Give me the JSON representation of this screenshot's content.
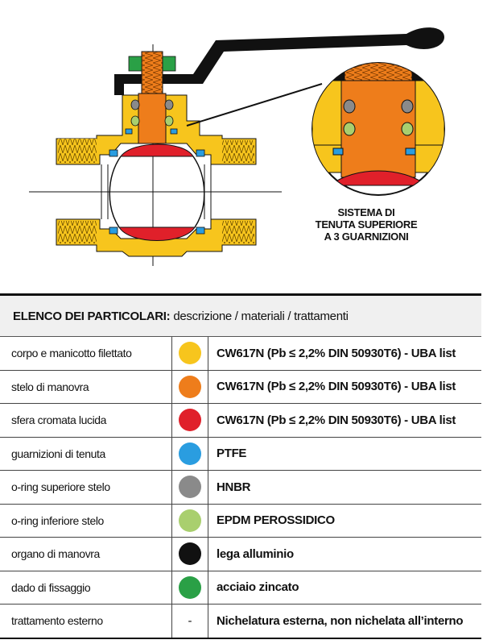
{
  "callout": {
    "line1": "SISTEMA DI",
    "line2": "TENUTA SUPERIORE",
    "line3": "A 3 GUARNIZIONI"
  },
  "table": {
    "header_bold": "ELENCO DEI PARTICOLARI:",
    "header_rest": "descrizione / materiali / trattamenti",
    "rows": [
      {
        "desc": "corpo e manicotto filettato",
        "color": "#f7c51d",
        "material": "CW617N  (Pb ≤ 2,2% DIN 50930T6) - UBA list"
      },
      {
        "desc": "stelo di manovra",
        "color": "#ee7d1b",
        "material": "CW617N  (Pb ≤ 2,2% DIN 50930T6) - UBA list"
      },
      {
        "desc": "sfera cromata lucida",
        "color": "#e0202a",
        "material": "CW617N  (Pb ≤ 2,2% DIN 50930T6) - UBA list"
      },
      {
        "desc": "guarnizioni di tenuta",
        "color": "#2a9de0",
        "material": "PTFE"
      },
      {
        "desc": "o-ring superiore stelo",
        "color": "#8a8a8a",
        "material": "HNBR"
      },
      {
        "desc": "o-ring inferiore stelo",
        "color": "#a9cf6e",
        "material": "EPDM PEROSSIDICO"
      },
      {
        "desc": "organo di manovra",
        "color": "#111111",
        "material": "lega alluminio"
      },
      {
        "desc": "dado di fissaggio",
        "color": "#2aa046",
        "material": "acciaio zincato"
      },
      {
        "desc": "trattamento esterno",
        "color": "",
        "dash": "-",
        "material": "Nichelatura esterna, non nichelata all’interno"
      }
    ]
  },
  "colors": {
    "body": "#f7c51d",
    "stem": "#ee7d1b",
    "ball": "#e0202a",
    "seal": "#2a9de0",
    "oring_upper": "#8a8a8a",
    "oring_lower": "#a9cf6e",
    "handle": "#111111",
    "nut": "#2aa046"
  }
}
